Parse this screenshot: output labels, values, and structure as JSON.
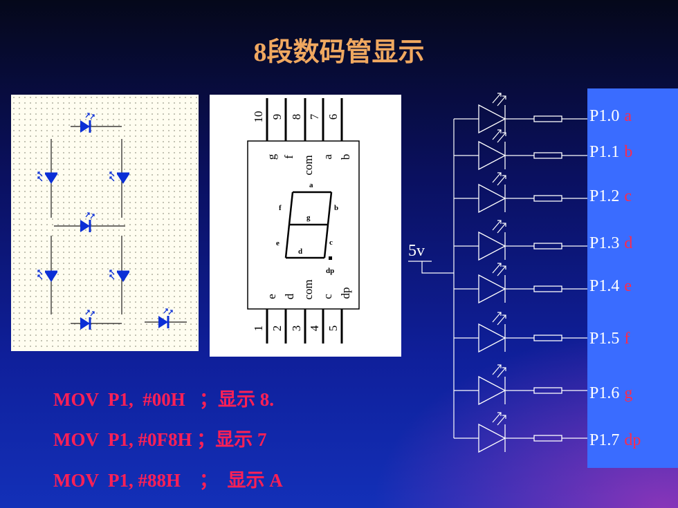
{
  "title": "8段数码管显示",
  "schematic": {
    "top_pins": [
      "10",
      "9",
      "8",
      "7",
      "6"
    ],
    "top_signals": [
      "g",
      "f",
      "com",
      "a",
      "b"
    ],
    "bottom_signals": [
      "e",
      "d",
      "com",
      "c",
      "dp"
    ],
    "bottom_pins": [
      "1",
      "2",
      "3",
      "4",
      "5"
    ],
    "segment_labels": {
      "a": "a",
      "b": "b",
      "c": "c",
      "d": "d",
      "e": "e",
      "f": "f",
      "g": "g",
      "dp": "dp"
    }
  },
  "supply_label": "5v",
  "ports": [
    {
      "name": "P1.0",
      "seg": "a"
    },
    {
      "name": "P1.1",
      "seg": "b"
    },
    {
      "name": "P1.2",
      "seg": "c"
    },
    {
      "name": "P1.3",
      "seg": "d"
    },
    {
      "name": "P1.4",
      "seg": "e"
    },
    {
      "name": "P1.5",
      "seg": "f"
    },
    {
      "name": "P1.6",
      "seg": "g"
    },
    {
      "name": "P1.7",
      "seg": "dp"
    }
  ],
  "code": [
    "MOV  P1,  #00H   ；显示 8.",
    "MOV  P1, #0F8H ；显示 7",
    "MOV  P1, #88H    ；  显示 A"
  ],
  "colors": {
    "title": "#f0a860",
    "code": "#ff2055",
    "port_box": "#3a6cff",
    "segment_letter": "#ff2a4a",
    "led_blue": "#0b2fd6"
  }
}
